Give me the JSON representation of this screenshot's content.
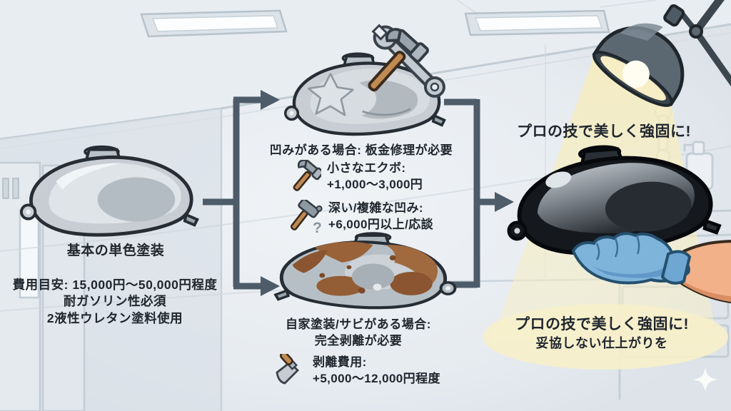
{
  "base_option": {
    "label": "基本の単色塗装",
    "cost_lines": [
      "費用目安: 15,000円〜50,000円程度",
      "耐ガソリン性必須",
      "2液性ウレタン塗料使用"
    ]
  },
  "dent_branch": {
    "heading": "凹みがある場合: 板金修理が必要",
    "items": [
      {
        "icon": "claw-hammer-icon",
        "label": "小さなエクボ:",
        "price": "+1,000〜3,000円"
      },
      {
        "icon": "mallet-icon",
        "label": "深い/複雑な凹み:",
        "price": "+6,000円以上/応談",
        "qmark": "?"
      }
    ]
  },
  "strip_branch": {
    "heading_lines": [
      "自家塗装/サビがある場合:",
      "完全剥離が必要"
    ],
    "item": {
      "icon": "scraper-icon",
      "label": "剥離費用:",
      "price": "+5,000〜12,000円程度"
    }
  },
  "result": {
    "headline": "プロの技で美しく強固に!",
    "headline_repeat": "プロの技で美しく強固に!",
    "tagline": "妥協しない仕上がりを"
  },
  "icons": {
    "top_tools": "hammer-wrench-crossed-icon",
    "small_dent": "claw-hammer-icon",
    "deep_dent": "mallet-icon",
    "strip": "scraper-icon",
    "spotlight": "work-lamp-icon",
    "sparkle": "sparkle-icon"
  },
  "colors": {
    "arrow": "#4d5c68",
    "text": "#20262e",
    "wall": "#dfe5ea",
    "beam": "#f5edc4",
    "tank_silver": "#c7cdd3",
    "tank_black": "#15181d",
    "rust": "#96603a",
    "glove_blue": "#7fb4da",
    "lamp_glow": "#f7eec6"
  }
}
